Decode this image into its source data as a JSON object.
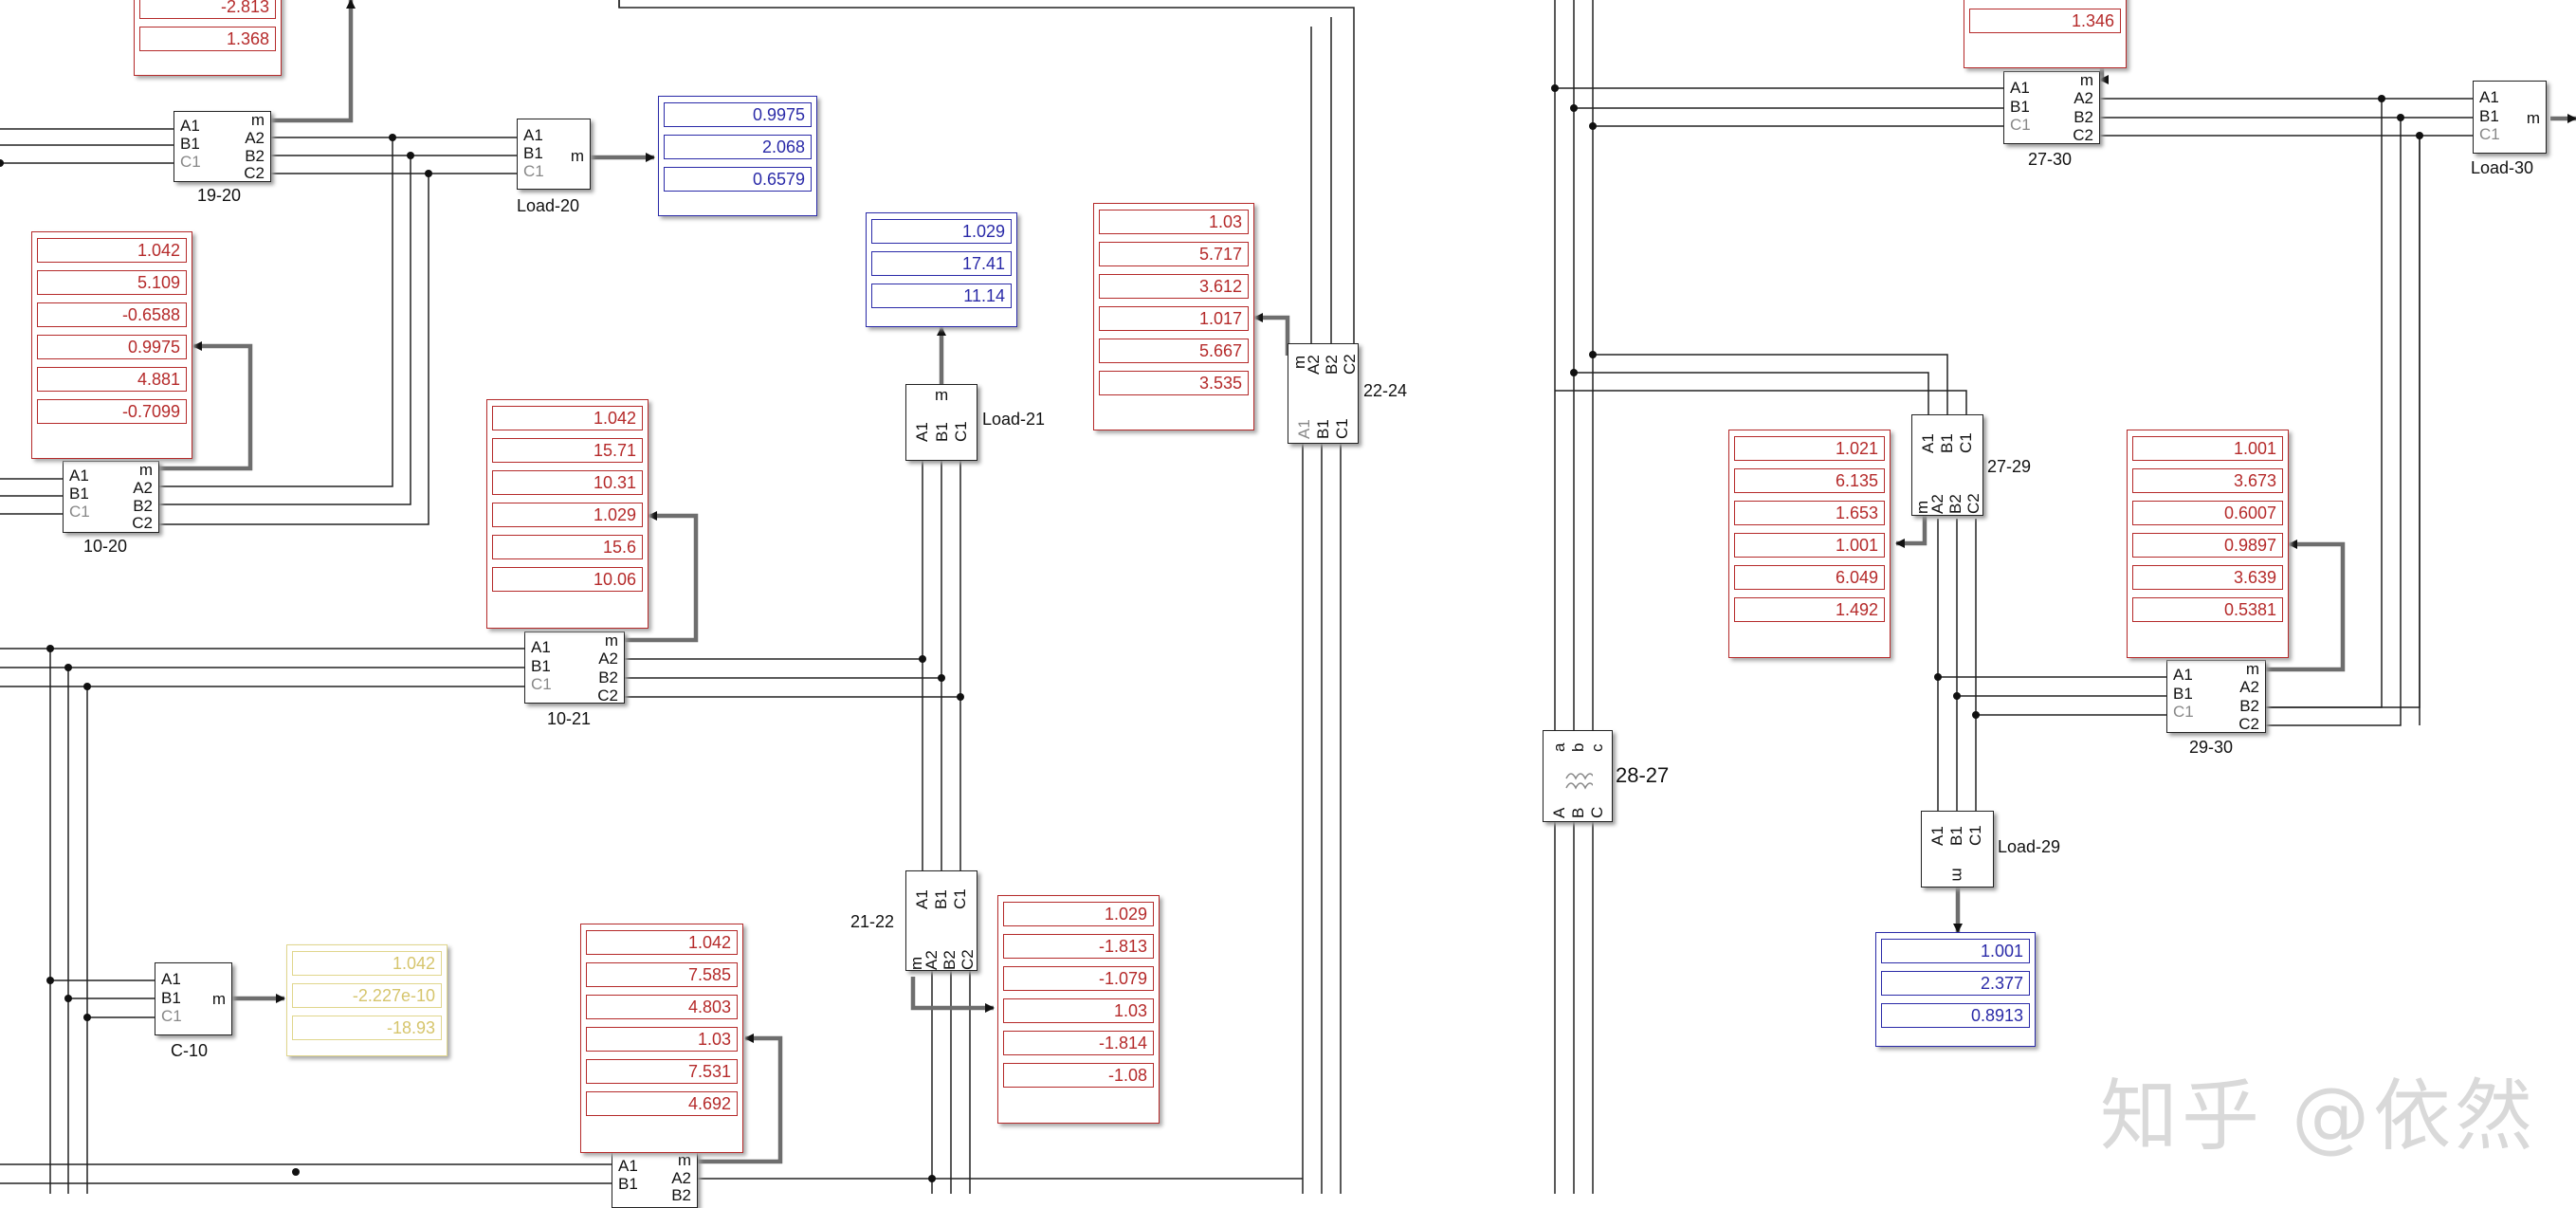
{
  "blocks": {
    "b19_20": {
      "label": "19-20",
      "ports": [
        "A1",
        "B1",
        "C1",
        "m",
        "A2",
        "B2",
        "C2"
      ]
    },
    "load20": {
      "label": "Load-20",
      "ports": [
        "A1",
        "B1",
        "C1",
        "m"
      ]
    },
    "b10_20": {
      "label": "10-20",
      "ports": [
        "A1",
        "B1",
        "C1",
        "m",
        "A2",
        "B2",
        "C2"
      ]
    },
    "b10_21": {
      "label": "10-21",
      "ports": [
        "A1",
        "B1",
        "C1",
        "m",
        "A2",
        "B2",
        "C2"
      ]
    },
    "load21": {
      "label": "Load-21",
      "ports": [
        "A1",
        "B1",
        "C1",
        "m"
      ]
    },
    "b22_24": {
      "label": "22-24",
      "ports": [
        "m",
        "A2",
        "B2",
        "C2",
        "A1",
        "B1",
        "C1"
      ]
    },
    "b21_22": {
      "label": "21-22",
      "ports": [
        "A1",
        "B1",
        "C1",
        "m",
        "A2",
        "B2",
        "C2"
      ]
    },
    "c10": {
      "label": "C-10",
      "ports": [
        "A1",
        "B1",
        "C1",
        "m"
      ]
    },
    "bbottom": {
      "label": "",
      "ports": [
        "A1",
        "B1",
        "m",
        "A2",
        "B2"
      ]
    },
    "b27_30": {
      "label": "27-30",
      "ports": [
        "A1",
        "B1",
        "C1",
        "m",
        "A2",
        "B2",
        "C2"
      ]
    },
    "load30": {
      "label": "Load-30",
      "ports": [
        "A1",
        "B1",
        "C1",
        "m"
      ]
    },
    "b27_29": {
      "label": "27-29",
      "ports": [
        "A1",
        "B1",
        "C1",
        "m",
        "A2",
        "B2",
        "C2"
      ]
    },
    "b29_30": {
      "label": "29-30",
      "ports": [
        "A1",
        "B1",
        "C1",
        "m",
        "A2",
        "B2",
        "C2"
      ]
    },
    "load29": {
      "label": "Load-29",
      "ports": [
        "A1",
        "B1",
        "C1",
        "m"
      ]
    },
    "t28_27": {
      "label": "28-27",
      "ports": [
        "a",
        "b",
        "c",
        "A",
        "B",
        "C"
      ]
    }
  },
  "displays": {
    "d_top_left": [
      "-2.813",
      "1.368"
    ],
    "d_load20": [
      "0.9975",
      "2.068",
      "0.6579"
    ],
    "d_10_20": [
      "1.042",
      "5.109",
      "-0.6588",
      "0.9975",
      "4.881",
      "-0.7099"
    ],
    "d_load21": [
      "1.029",
      "17.41",
      "11.14"
    ],
    "d_22_24": [
      "1.03",
      "5.717",
      "3.612",
      "1.017",
      "5.667",
      "3.535"
    ],
    "d_10_21": [
      "1.042",
      "15.71",
      "10.31",
      "1.029",
      "15.6",
      "10.06"
    ],
    "d_21_22": [
      "1.029",
      "-1.813",
      "-1.079",
      "1.03",
      "-1.814",
      "-1.08"
    ],
    "d_c10": [
      "1.042",
      "-2.227e-10",
      "-18.93"
    ],
    "d_bottom": [
      "1.042",
      "7.585",
      "4.803",
      "1.03",
      "7.531",
      "4.692"
    ],
    "d_27_30": [
      "1.346"
    ],
    "d_27_29": [
      "1.021",
      "6.135",
      "1.653",
      "1.001",
      "6.049",
      "1.492"
    ],
    "d_29_30": [
      "1.001",
      "3.673",
      "0.6007",
      "0.9897",
      "3.639",
      "0.5381"
    ],
    "d_load29": [
      "1.001",
      "2.377",
      "0.8913"
    ]
  },
  "watermark": "知乎 @依然",
  "colors": {
    "red": "#b52a2a",
    "blue": "#2a2aa8",
    "yellow": "#e0d68c",
    "wire": "#222222",
    "signal": "#6e6e6e"
  }
}
